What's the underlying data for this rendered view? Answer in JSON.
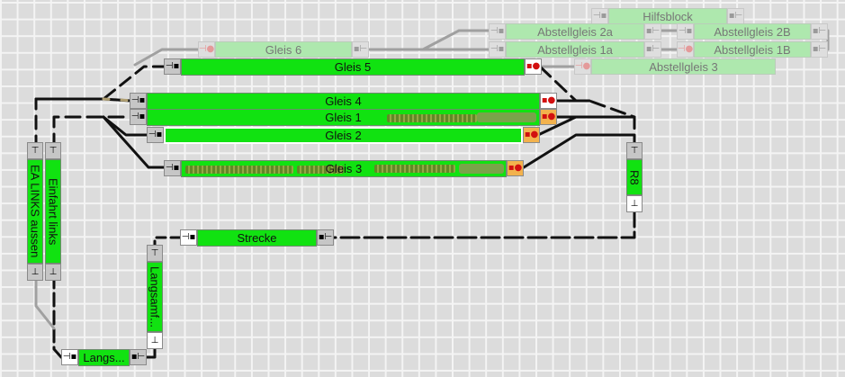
{
  "blocks": {
    "hilfsblock": "Hilfsblock",
    "gleis6": "Gleis 6",
    "abstellgleis2a": "Abstellgleis 2a",
    "abstellgleis1a": "Abstellgleis 1a",
    "abstellgleis2b": "Abstellgleis 2B",
    "abstellgleis1b": "Abstellgleis 1B",
    "abstellgleis3": "Abstellgleis 3",
    "gleis5": "Gleis 5",
    "gleis4": "Gleis 4",
    "gleis1": "Gleis 1",
    "gleis2": "Gleis 2",
    "gleis3": "Gleis 3",
    "r8": "R8",
    "strecke": "Strecke",
    "ea_links_aussen": "EA LINKS aussen",
    "einfahrt_links": "Einfahrt links",
    "langsamf": "Langsamf...",
    "langs": "Langs..."
  },
  "colors": {
    "occupied": "#11e211",
    "faded": "#aee8ae",
    "track_black": "#111111",
    "track_tan": "#b1a072",
    "signal_red": "#d21010",
    "signal_orange": "#f3b24d"
  },
  "icons": {
    "buffer_end": "buffer-stop-icon",
    "signal_red": "red-signal-icon"
  }
}
